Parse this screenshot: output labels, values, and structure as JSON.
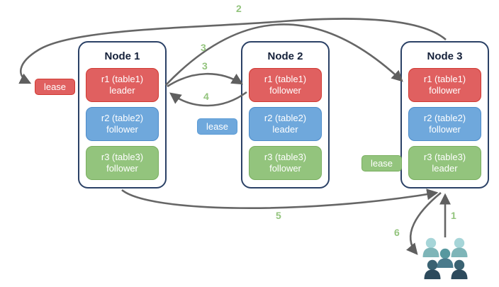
{
  "nodes": [
    {
      "title": "Node 1",
      "replicas": [
        {
          "name": "r1 (table1)",
          "role": "leader"
        },
        {
          "name": "r2 (table2)",
          "role": "follower"
        },
        {
          "name": "r3 (table3)",
          "role": "follower"
        }
      ]
    },
    {
      "title": "Node 2",
      "replicas": [
        {
          "name": "r1 (table1)",
          "role": "follower"
        },
        {
          "name": "r2 (table2)",
          "role": "leader"
        },
        {
          "name": "r3 (table3)",
          "role": "follower"
        }
      ]
    },
    {
      "title": "Node 3",
      "replicas": [
        {
          "name": "r1 (table1)",
          "role": "follower"
        },
        {
          "name": "r2 (table2)",
          "role": "follower"
        },
        {
          "name": "r3 (table3)",
          "role": "leader"
        }
      ]
    }
  ],
  "leases": [
    {
      "label": "lease",
      "color": "#e06060"
    },
    {
      "label": "lease",
      "color": "#6fa8dc"
    },
    {
      "label": "lease",
      "color": "#93c47d"
    }
  ],
  "arrow_labels": {
    "client_request": "1",
    "top_arc": "2",
    "n1_to_n3": "3",
    "n1_to_n2": "3",
    "n2_to_n1": "4",
    "bottom_arc": "5",
    "to_client": "6"
  },
  "icons": {
    "users_group": "users-group-icon"
  },
  "colors": {
    "replica_red": "#e06060",
    "replica_blue": "#6fa8dc",
    "replica_green": "#93c47d",
    "node_border": "#2b4166",
    "arrow": "#666666",
    "step_label": "#93c47d",
    "users_light": "#a6d5d8",
    "users_mid": "#57989f",
    "users_dark": "#2d4a5c"
  }
}
